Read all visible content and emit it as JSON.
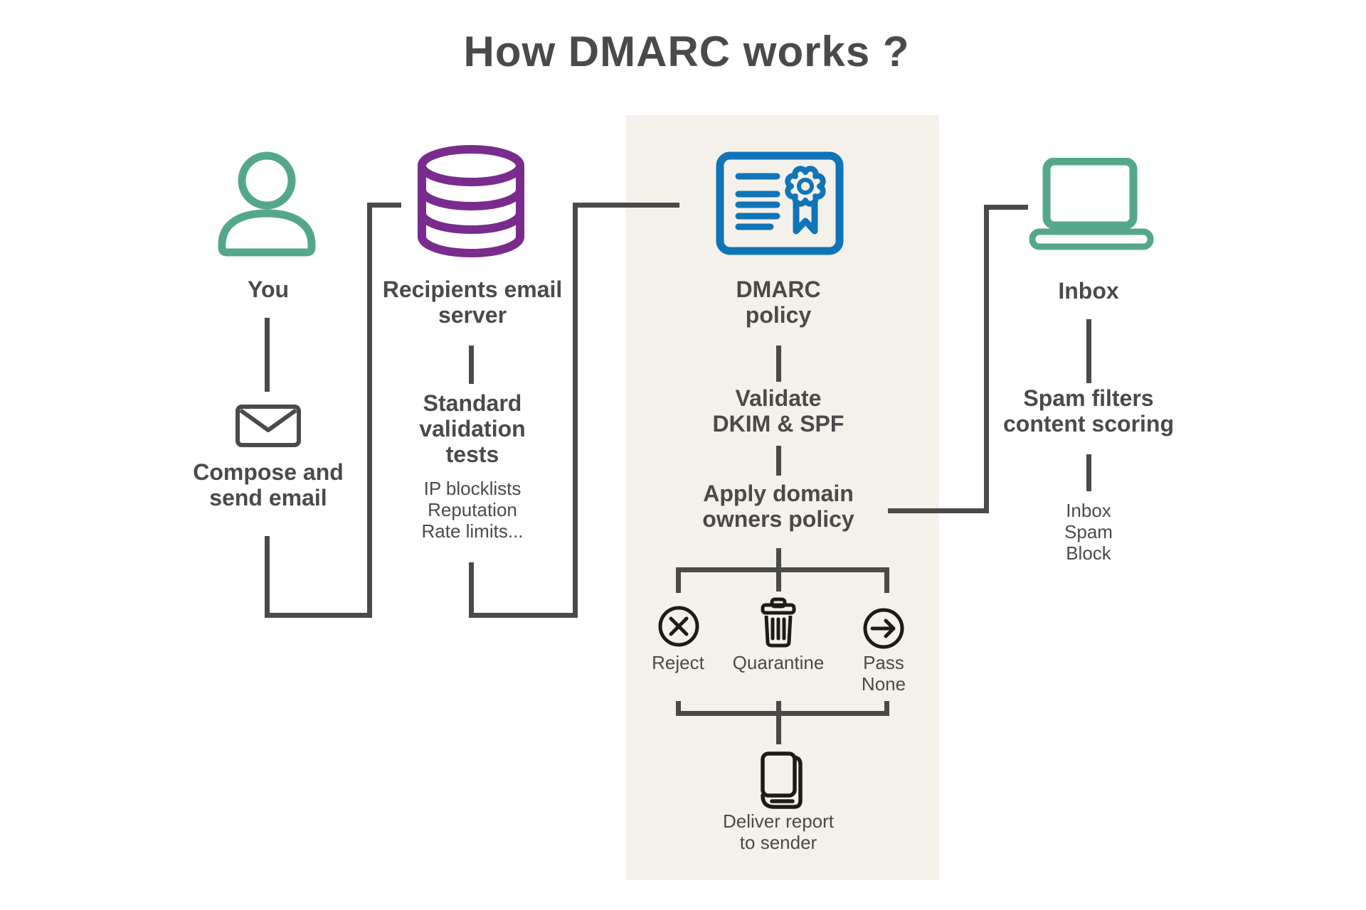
{
  "title": "How DMARC works ?",
  "colors": {
    "teal": "#54a78d",
    "purple": "#7a2b8e",
    "blue": "#0f74b8",
    "line": "#4a4a48",
    "ink": "#1d1b17",
    "text": "#4a4a49",
    "panel": "#f4f1ea",
    "background": "#ffffff"
  },
  "flow": {
    "sender": {
      "icon": "person-icon",
      "label": "You",
      "action": {
        "icon": "envelope-icon",
        "label": "Compose and\nsend email"
      }
    },
    "server": {
      "icon": "database-icon",
      "label": "Recipients email\nserver",
      "action": {
        "label": "Standard\nvalidation\ntests",
        "detail": "IP blocklists\nReputation\nRate limits..."
      }
    },
    "dmarc": {
      "icon": "certificate-icon",
      "label": "DMARC\npolicy",
      "validate": "Validate\nDKIM & SPF",
      "apply": "Apply domain\nowners policy",
      "outcomes": [
        {
          "icon": "reject-icon",
          "label": "Reject"
        },
        {
          "icon": "trash-icon",
          "label": "Quarantine"
        },
        {
          "icon": "pass-icon",
          "label": "Pass\nNone"
        }
      ],
      "report": {
        "icon": "book-icon",
        "label": "Deliver report\nto sender"
      }
    },
    "receiver": {
      "icon": "laptop-icon",
      "label": "Inbox",
      "action": {
        "label": "Spam filters\ncontent scoring",
        "detail": "Inbox\nSpam\nBlock"
      }
    }
  }
}
